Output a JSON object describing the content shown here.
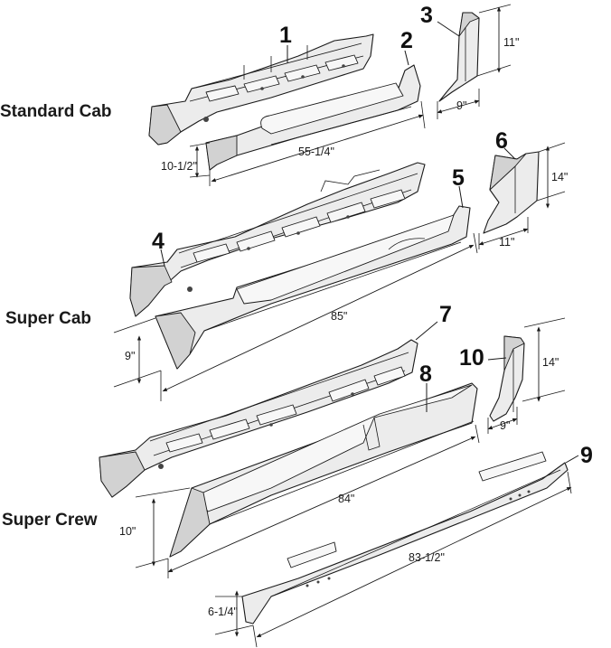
{
  "cab_labels": {
    "standard": "Standard Cab",
    "super": "Super Cab",
    "crew": "Super Crew"
  },
  "callouts": {
    "p1": "1",
    "p2": "2",
    "p3": "3",
    "p4": "4",
    "p5": "5",
    "p6": "6",
    "p7": "7",
    "p8": "8",
    "p9": "9",
    "p10": "10"
  },
  "dimensions": {
    "p2_length": "55-1/4\"",
    "p2_height": "10-1/2\"",
    "p3_height": "11\"",
    "p3_width": "9\"",
    "p5_length": "85\"",
    "p5_height": "9\"",
    "p6_height": "14\"",
    "p6_width": "11\"",
    "p8_length": "84\"",
    "p8_height": "10\"",
    "p10_height": "14\"",
    "p10_width": "9\"",
    "p9_length": "83-1/2\"",
    "p9_height": "6-1/4\""
  }
}
